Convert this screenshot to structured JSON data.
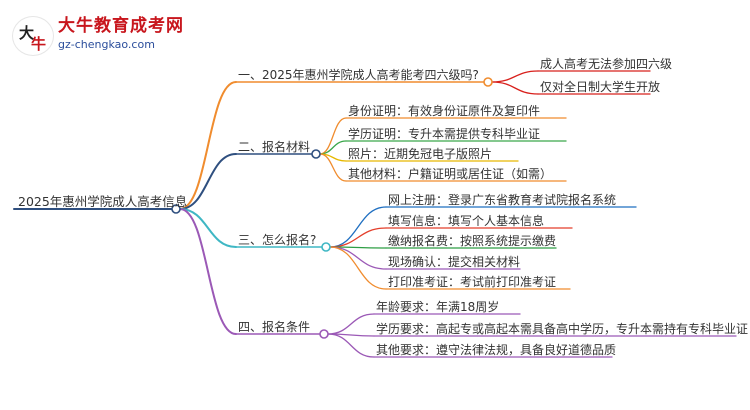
{
  "logo": {
    "mark_chars": [
      "大",
      "牛"
    ],
    "title": "大牛教育成考网",
    "url": "gz-chengkao.com"
  },
  "colors": {
    "root": "#2f4f7f",
    "b1": "#f08c2e",
    "b2": "#2f4f7f",
    "b3": "#3fb7c4",
    "b4": "#9b59b6",
    "l1": "#d8201c",
    "l2_1": "#f08c2e",
    "l2_2": "#3aa64a",
    "l2_3": "#e6b800",
    "l2_4": "#f08c2e",
    "l3_1": "#1f6fc1",
    "l3_2": "#e43f2b",
    "l3_3": "#2e9e44",
    "l3_4": "#9b59b6",
    "l3_5": "#f08c2e",
    "l4": "#9b59b6"
  },
  "mindmap": {
    "root": "2025年惠州学院成人高考信息",
    "branches": [
      {
        "label": "一、2025年惠州学院成人高考能考四六级吗?",
        "leaves": [
          "成人高考无法参加四六级",
          "仅对全日制大学生开放"
        ]
      },
      {
        "label": "二、报名材料",
        "leaves": [
          "身份证明：有效身份证原件及复印件",
          "学历证明：专升本需提供专科毕业证",
          "照片：近期免冠电子版照片",
          "其他材料：户籍证明或居住证（如需）"
        ]
      },
      {
        "label": "三、怎么报名?",
        "leaves": [
          "网上注册：登录广东省教育考试院报名系统",
          "填写信息：填写个人基本信息",
          "缴纳报名费：按照系统提示缴费",
          "现场确认：提交相关材料",
          "打印准考证：考试前打印准考证"
        ]
      },
      {
        "label": "四、报名条件",
        "leaves": [
          "年龄要求：年满18周岁",
          "学历要求：高起专或高起本需具备高中学历，专升本需持有专科毕业证",
          "其他要求：遵守法律法规，具备良好道德品质"
        ]
      }
    ]
  }
}
